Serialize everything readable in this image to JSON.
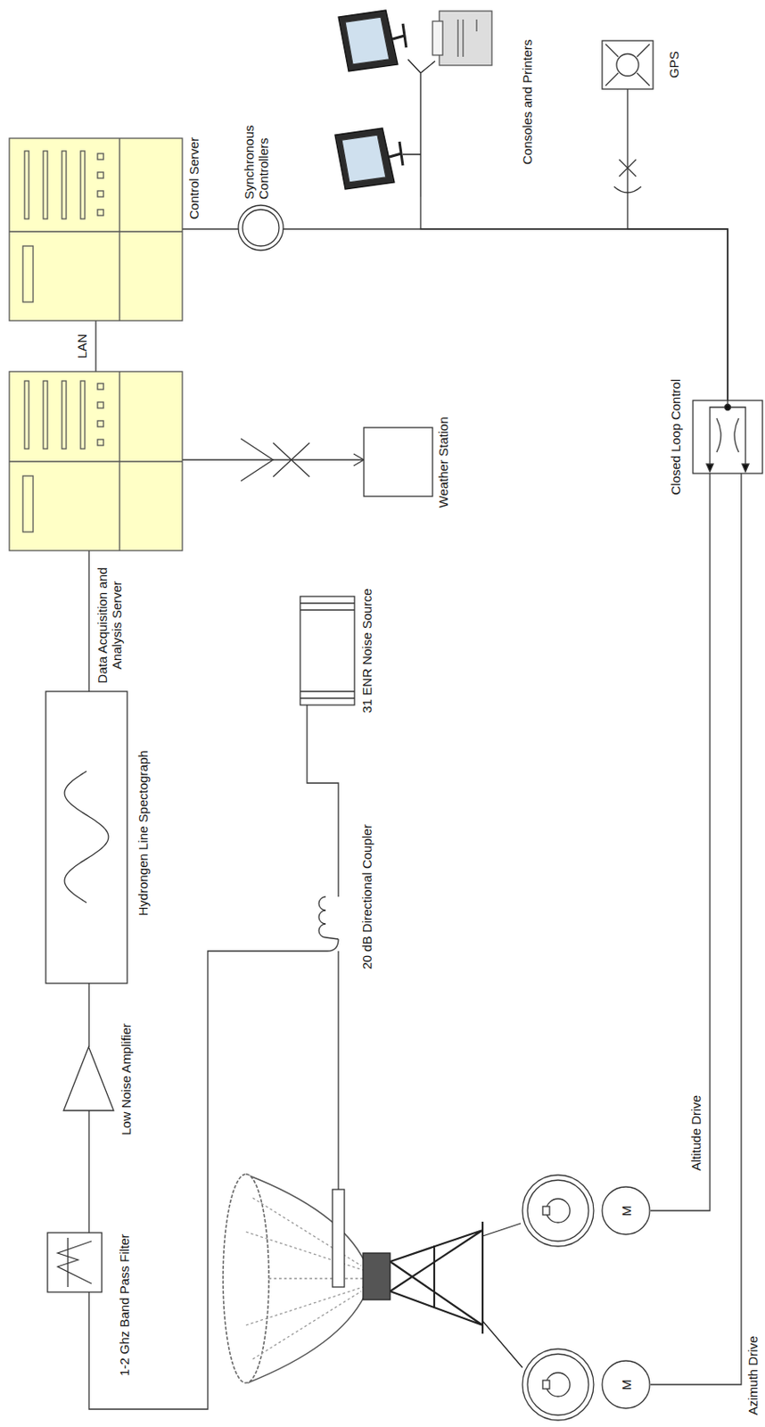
{
  "diagram": {
    "nodes": [
      {
        "text": [
          "1-2 Ghz Band Pass Filter"
        ]
      },
      {
        "text": [
          "Low Noise Amplifier"
        ]
      },
      {
        "text": [
          "Hydrongen Line Spectograph"
        ]
      },
      {
        "text": [
          "Data Acquisition and Analysis Server"
        ]
      },
      {
        "text": [
          "Control Server"
        ]
      },
      {
        "text": [
          "Synchronous Controllers"
        ]
      },
      {
        "text": [
          "Consoles and Printers"
        ]
      },
      {
        "text": [
          "GPS"
        ]
      },
      {
        "text": [
          "Weather Station"
        ]
      },
      {
        "text": [
          "20 dB Directional Coupler"
        ]
      },
      {
        "text": [
          "31 ENR Noise Source"
        ]
      },
      {
        "text": [
          "Closed Loop Control"
        ]
      },
      {
        "text": [
          "M"
        ]
      },
      {
        "text": [
          "M"
        ]
      }
    ],
    "edges": [
      {
        "from": 0,
        "to": 1,
        "arrow": "none"
      },
      {
        "from": 1,
        "to": 2,
        "arrow": "none"
      },
      {
        "from": 2,
        "to": 3,
        "arrow": "none"
      },
      {
        "from": 3,
        "to": 4,
        "label": "LAN",
        "arrow": "none"
      },
      {
        "from": 3,
        "to": 8,
        "arrow": "none"
      },
      {
        "from": 4,
        "to": 5,
        "arrow": "none"
      },
      {
        "from": 5,
        "to": 11,
        "arrow": "none"
      },
      {
        "from": 6,
        "to": 11,
        "arrow": "none"
      },
      {
        "from": 7,
        "to": 11,
        "arrow": "none"
      },
      {
        "from": 10,
        "to": 9,
        "arrow": "none"
      },
      {
        "from": 9,
        "to": 0,
        "arrow": "none"
      },
      {
        "from": 11,
        "to": 12,
        "label": "Altitude Drive",
        "arrow": "none"
      },
      {
        "from": 11,
        "to": 13,
        "label": "Azimuth Drive",
        "arrow": "none"
      }
    ]
  }
}
